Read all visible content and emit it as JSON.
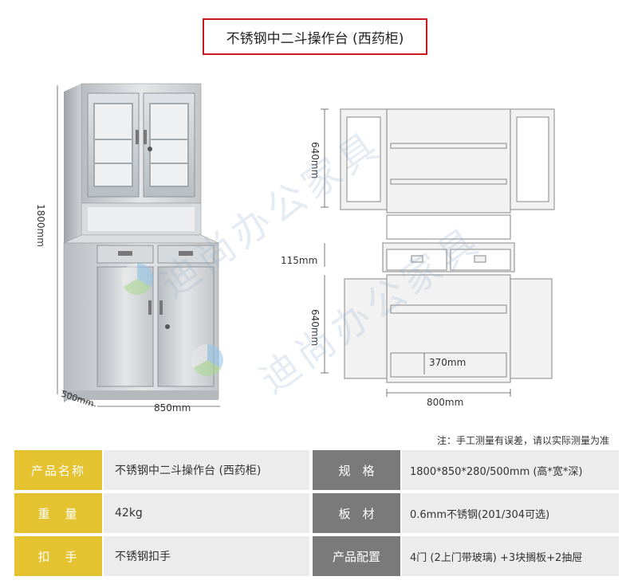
{
  "title": "不锈钢中二斗操作台 (西药柜)",
  "dimensions": {
    "height_total": "1800mm",
    "depth": "500mm",
    "width": "850mm",
    "upper_height": "640mm",
    "middle_height": "115mm",
    "lower_height": "640mm",
    "inner_height": "370mm",
    "width_right": "800mm"
  },
  "watermark": "迪尚办公家具",
  "note": "注：手工测量有误差，请以实际测量为准",
  "specs": [
    {
      "label": "产品名称",
      "value": "不锈钢中二斗操作台 (西药柜)",
      "label2": "规　格",
      "value2": "1800*850*280/500mm (高*宽*深)"
    },
    {
      "label": "重　量",
      "value": "42kg",
      "label2": "板　材",
      "value2": "0.6mm不锈钢(201/304可选)"
    },
    {
      "label": "扣　手",
      "value": "不锈钢扣手",
      "label2": "产品配置",
      "value2": "4门 (2上门带玻璃) +3块搁板+2抽屉"
    }
  ],
  "colors": {
    "title_border": "#c8191e",
    "label_yellow": "#e4c230",
    "label_gray": "#7a7a7a",
    "value_bg": "#ececec"
  }
}
